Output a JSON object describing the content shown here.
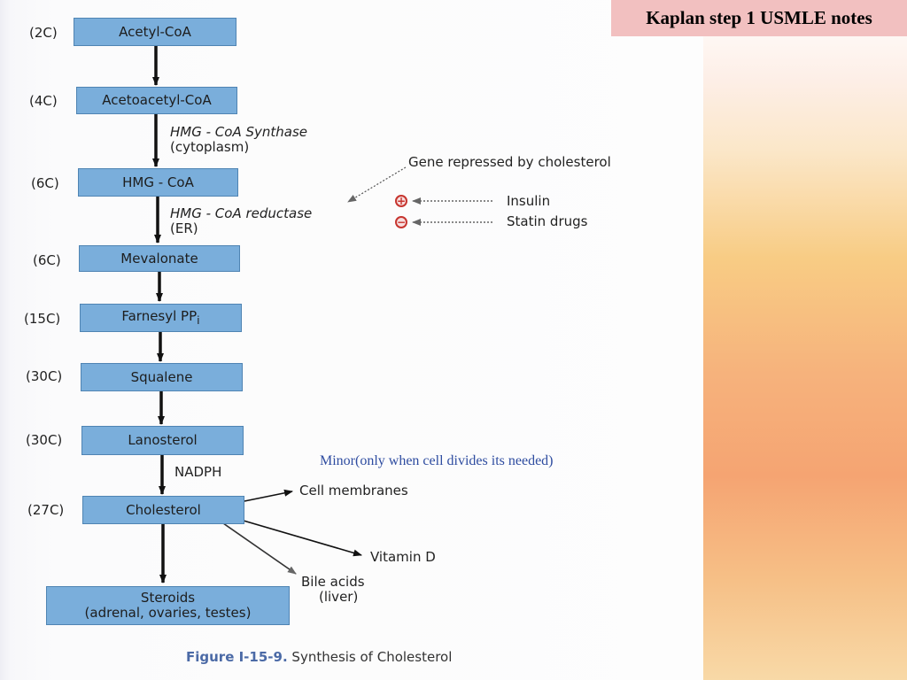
{
  "header": {
    "banner": "Kaplan step 1 USMLE notes"
  },
  "pathway": {
    "steps": [
      {
        "carbons": "(2C)",
        "name": "Acetyl-CoA"
      },
      {
        "carbons": "(4C)",
        "name": "Acetoacetyl-CoA"
      },
      {
        "carbons": "(6C)",
        "name": "HMG - CoA"
      },
      {
        "carbons": "(6C)",
        "name": "Mevalonate"
      },
      {
        "carbons": "(15C)",
        "name": "Farnesyl PP",
        "subscript": "i"
      },
      {
        "carbons": "(30C)",
        "name": "Squalene"
      },
      {
        "carbons": "(30C)",
        "name": "Lanosterol"
      },
      {
        "carbons": "(27C)",
        "name": "Cholesterol"
      }
    ],
    "enzymes": {
      "synthase": "HMG - CoA Synthase",
      "synthase_location": "(cytoplasm)",
      "reductase": "HMG - CoA reductase",
      "reductase_location": "(ER)",
      "cofactor": "NADPH"
    },
    "regulation": {
      "gene_note": "Gene repressed by cholesterol",
      "activator_sign": "+",
      "activator": "Insulin",
      "inhibitor_sign": "−",
      "inhibitor": "Statin drugs"
    },
    "products": {
      "cell_membranes": "Cell membranes",
      "vitamin_d": "Vitamin D",
      "bile_acids": "Bile acids",
      "bile_acids_site": "(liver)",
      "steroids": "Steroids",
      "steroids_sites": "(adrenal, ovaries, testes)"
    },
    "minor_note": "Minor(only when cell divides  its needed)"
  },
  "caption": {
    "figure_number": "Figure I-15-9.",
    "title": "Synthesis of Cholesterol"
  }
}
